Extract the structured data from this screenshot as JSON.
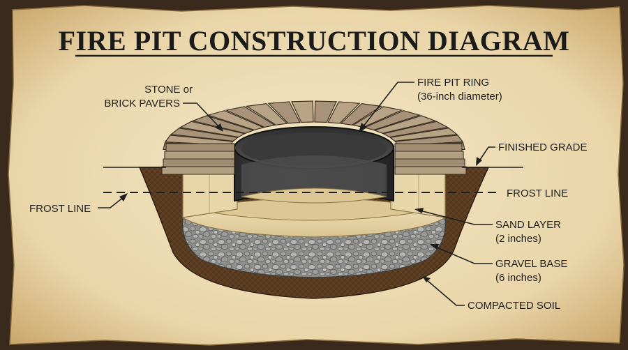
{
  "title": "FIRE PIT CONSTRUCTION DIAGRAM",
  "labels": {
    "stone_pavers_1": "STONE or",
    "stone_pavers_2": "BRICK PAVERS",
    "fire_pit_ring_1": "FIRE PIT RING",
    "fire_pit_ring_2": "(36-inch diameter)",
    "finished_grade": "FINISHED GRADE",
    "frost_line_right": "FROST LINE",
    "frost_line_left": "FROST LINE",
    "sand_layer_1": "SAND LAYER",
    "sand_layer_2": "(2 inches)",
    "gravel_base_1": "GRAVEL BASE",
    "gravel_base_2": "(6 inches)",
    "compacted_soil": "COMPACTED SOIL"
  },
  "colors": {
    "parchment": "#efe0bb",
    "soil": "#5b3d22",
    "sand": "#e6d3a4",
    "gravel": "#9a9a98",
    "ring": "#3c3c3c",
    "paver": "#b49f82"
  }
}
